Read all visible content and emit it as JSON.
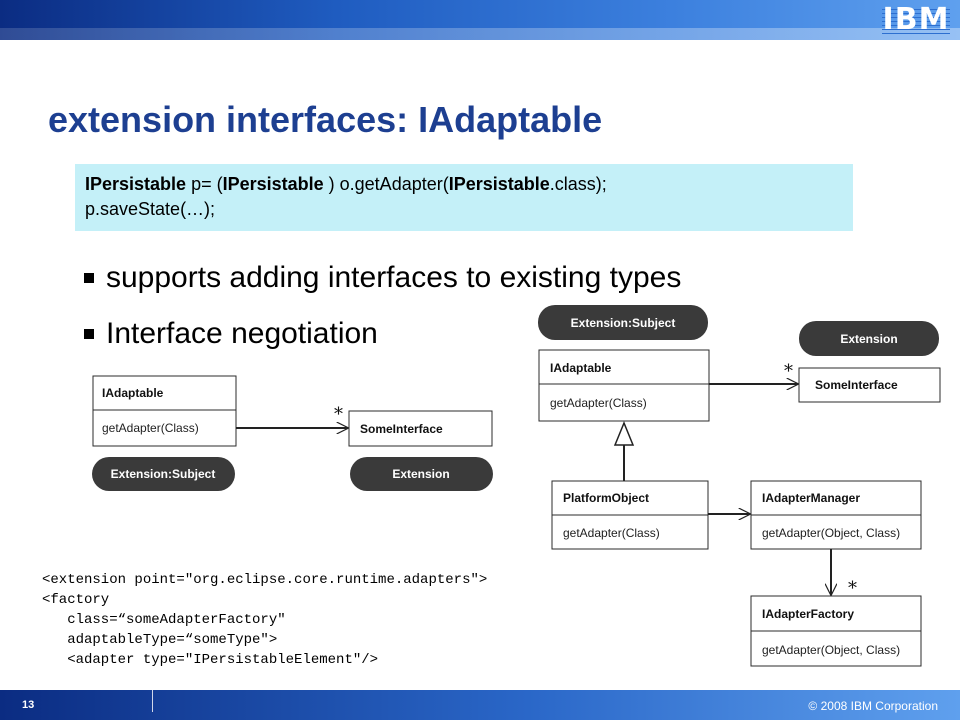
{
  "header": {
    "logo_text": "IBM",
    "logo_icon": "ibm-logo-icon"
  },
  "slide": {
    "title": "extension interfaces: IAdaptable",
    "code": {
      "line1": [
        {
          "text": "IPersistable",
          "bold": true
        },
        {
          "text": " p= (",
          "bold": false
        },
        {
          "text": "IPersistable",
          "bold": true
        },
        {
          "text": " ) o.getAdapter(",
          "bold": false
        },
        {
          "text": "IPersistable",
          "bold": true
        },
        {
          "text": ".class);",
          "bold": false
        }
      ],
      "line2": "p.saveState(…);"
    },
    "bullets": [
      "supports adding interfaces to existing types",
      "Interface negotiation"
    ],
    "xml": [
      "<extension point=\"org.eclipse.core.runtime.adapters\">",
      "<factory",
      "   class=“someAdapterFactory\"",
      "   adaptableType=“someType\">",
      "   <adapter type=\"IPersistableElement\"/>"
    ]
  },
  "diagram_left": {
    "class_name": "IAdaptable",
    "method": "getAdapter(Class)",
    "target": "SomeInterface",
    "multiplicity": "*",
    "pill_subject": "Extension:Subject",
    "pill_extension": "Extension"
  },
  "diagram_right": {
    "pill_subject": "Extension:Subject",
    "pill_extension": "Extension",
    "adaptable_name": "IAdaptable",
    "adaptable_method": "getAdapter(Class)",
    "some_interface": "SomeInterface",
    "multiplicity_1": "*",
    "platform_object": "PlatformObject",
    "platform_method": "getAdapter(Class)",
    "manager_name": "IAdapterManager",
    "manager_method": "getAdapter(Object, Class)",
    "factory_name": "IAdapterFactory",
    "factory_method": "getAdapter(Object, Class)",
    "multiplicity_2": "*"
  },
  "footer": {
    "page": "13",
    "copyright": "© 2008 IBM Corporation"
  }
}
